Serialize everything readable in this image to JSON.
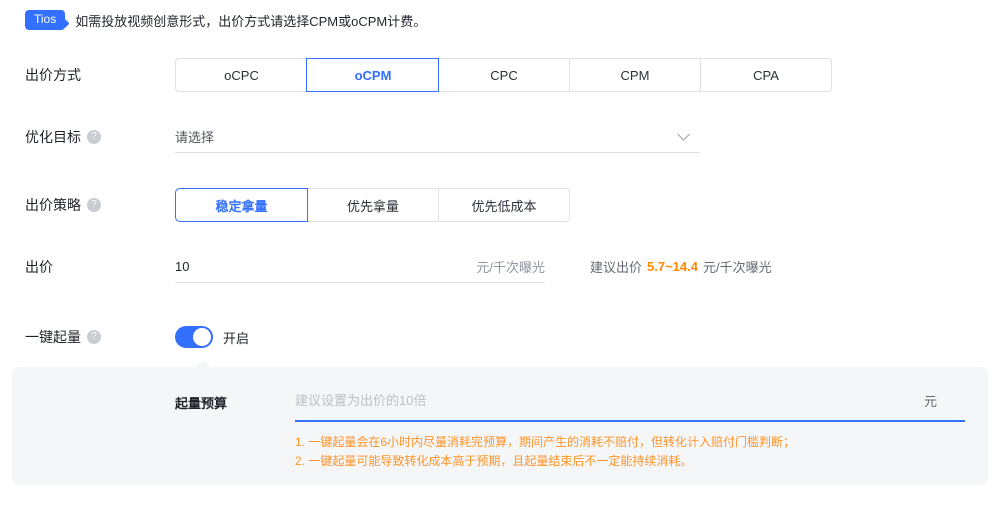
{
  "tips": {
    "badge": "Tios",
    "text": "如需投放视频创意形式，出价方式请选择CPM或oCPM计费。"
  },
  "rows": {
    "bid_method": {
      "label": "出价方式",
      "options": [
        "oCPC",
        "oCPM",
        "CPC",
        "CPM",
        "CPA"
      ],
      "selected": "oCPM"
    },
    "optimize_goal": {
      "label": "优化目标",
      "placeholder": "请选择"
    },
    "bid_strategy": {
      "label": "出价策略",
      "options": [
        "稳定拿量",
        "优先拿量",
        "优先低成本"
      ],
      "selected": "稳定拿量"
    },
    "bid": {
      "label": "出价",
      "value": "10",
      "unit": "元/千次曝光",
      "suggest_prefix": "建议出价",
      "suggest_range": "5.7~14.4",
      "suggest_suffix": "元/千次曝光"
    },
    "boost": {
      "label": "一键起量",
      "state": "开启",
      "enabled": true
    },
    "boost_budget": {
      "label": "起量预算",
      "placeholder": "建议设置为出价的10倍",
      "unit": "元",
      "notes": [
        "1. 一键起量会在6小时内尽量消耗完预算，期间产生的消耗不赔付，但转化计入赔付门槛判断；",
        "2. 一键起量可能导致转化成本高于预期，且起量结束后不一定能持续消耗。"
      ]
    }
  },
  "icons": {
    "help": "?"
  },
  "colors": {
    "accent": "#3370ff",
    "warning": "#ff8800",
    "panel_bg": "#f5f6f8",
    "border": "#dee0e3"
  }
}
